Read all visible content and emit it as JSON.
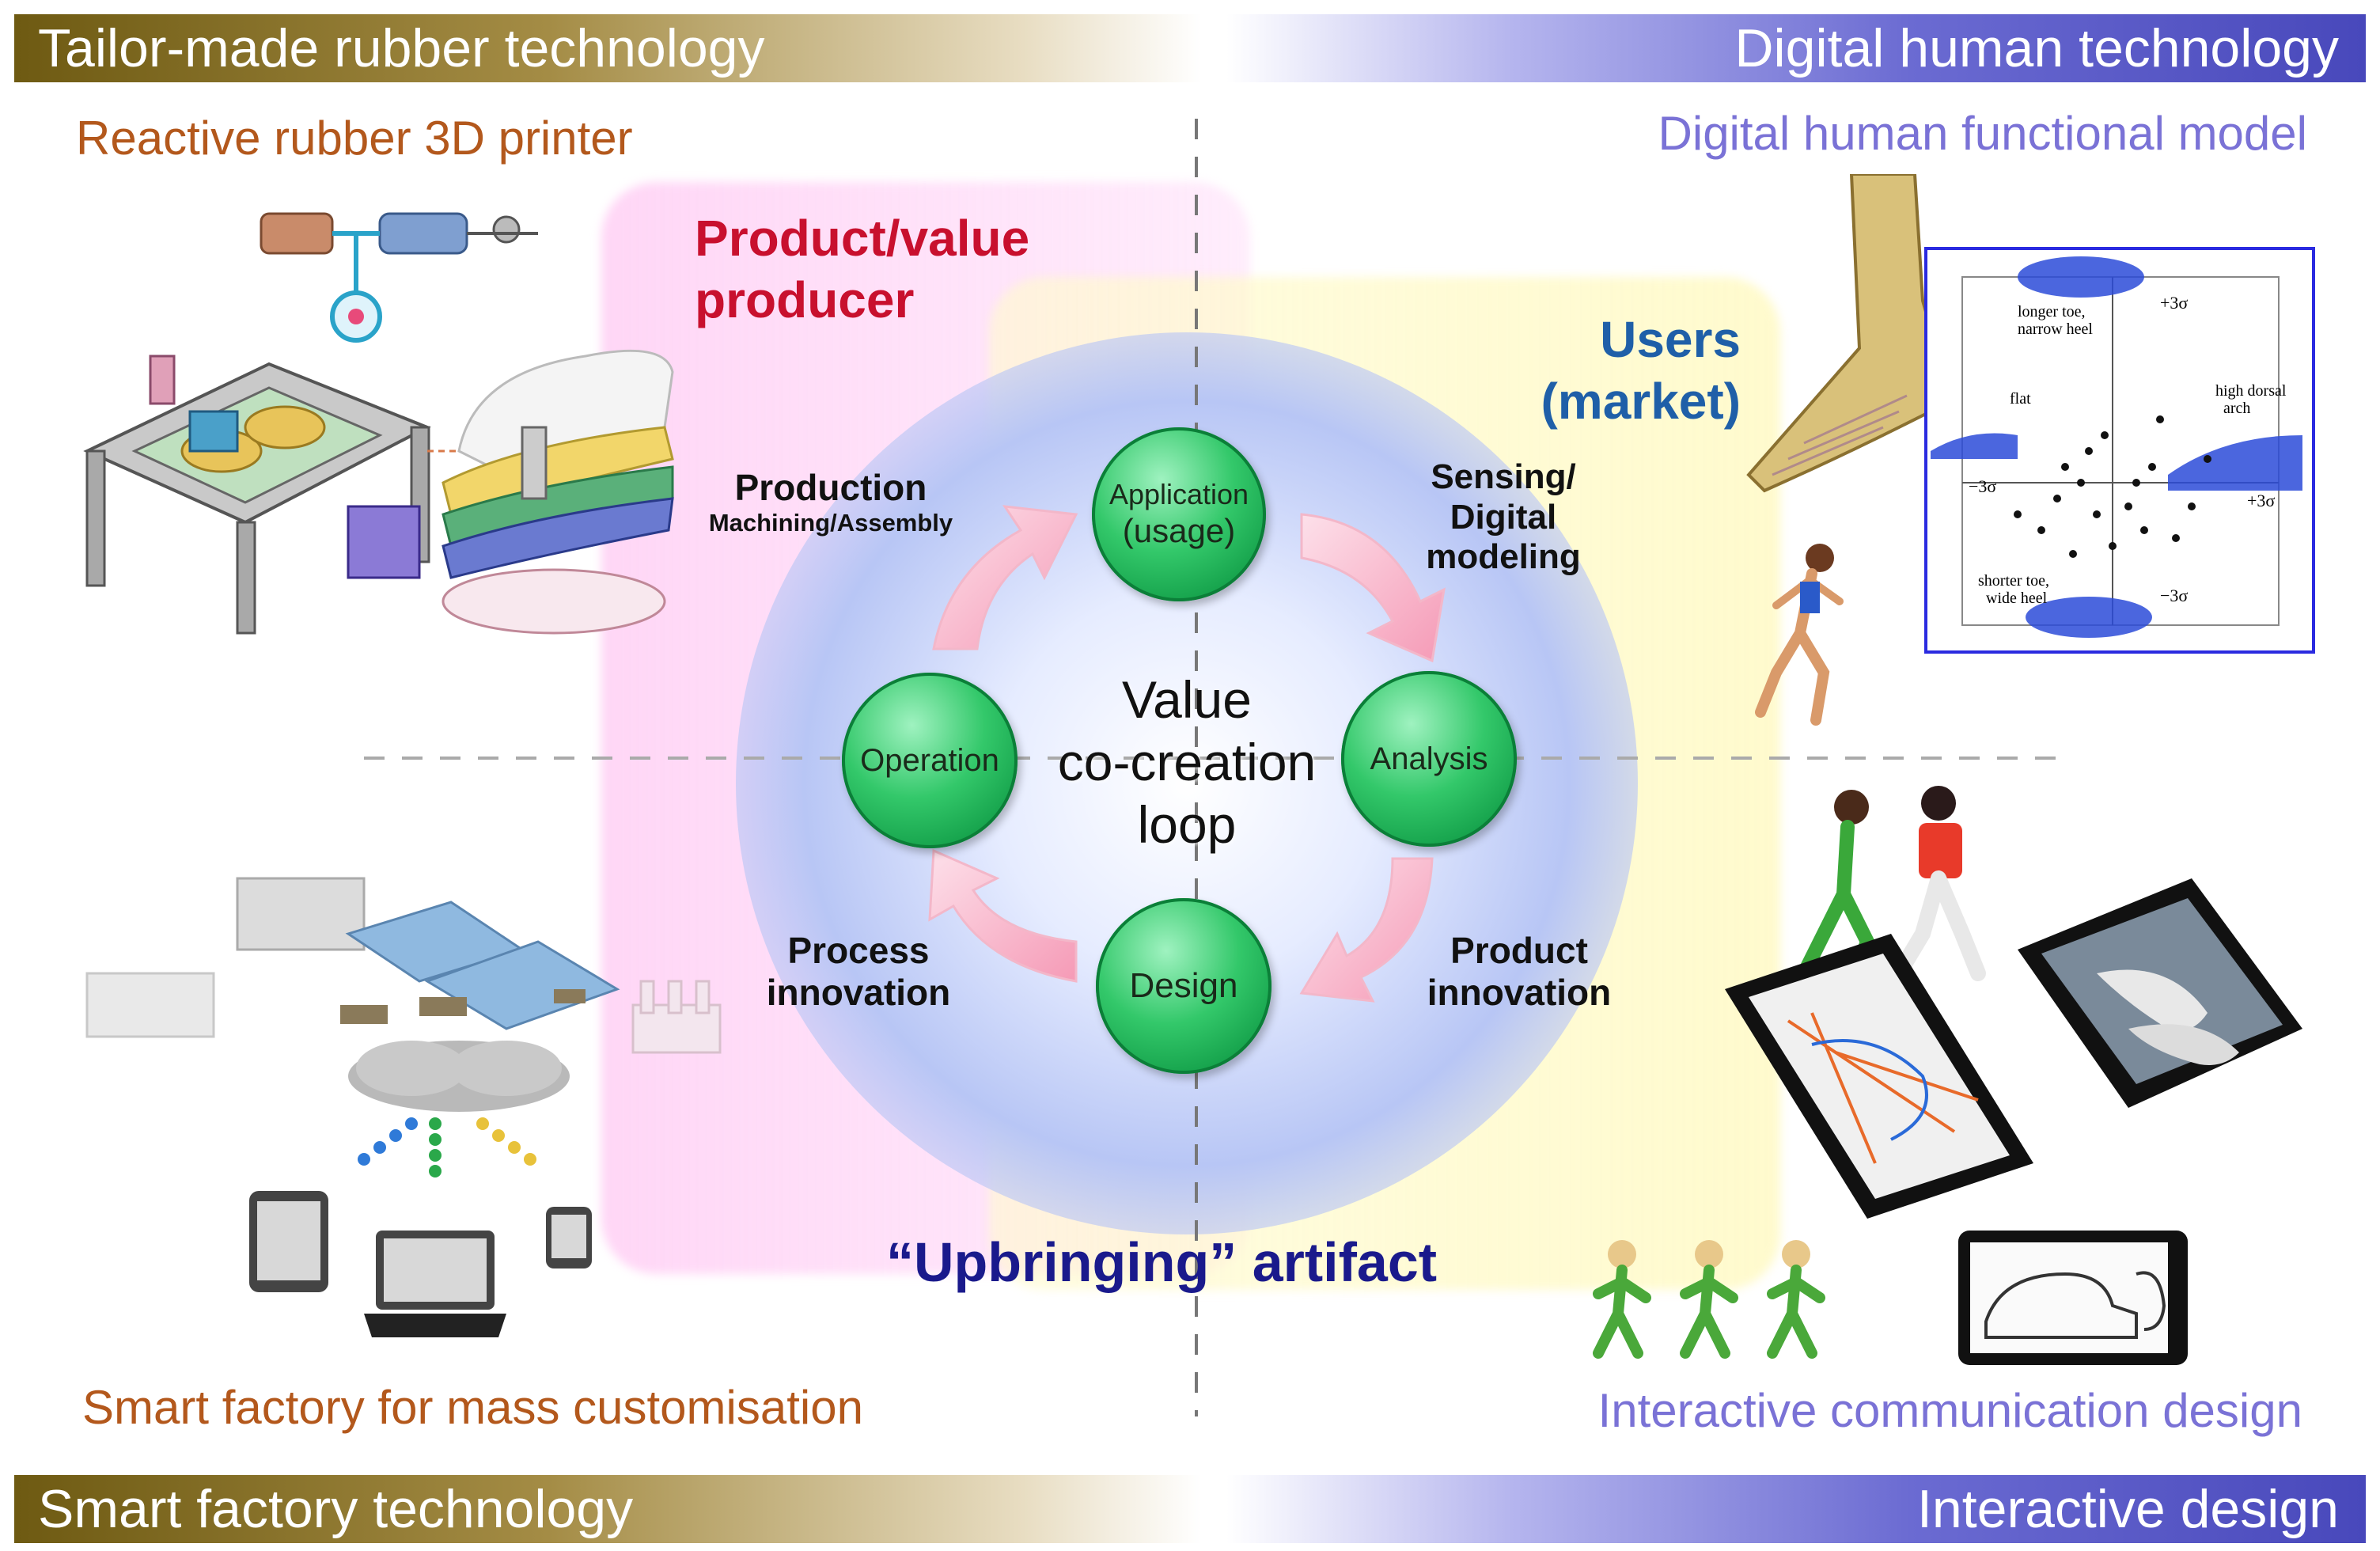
{
  "banners": {
    "top_left": "Tailor-made rubber technology",
    "top_right": "Digital human technology",
    "bottom_left": "Smart factory technology",
    "bottom_right": "Interactive design"
  },
  "subtitles": {
    "top_left": "Reactive rubber 3D printer",
    "top_right": "Digital human functional model",
    "bottom_left": "Smart factory for mass customisation",
    "bottom_right": "Interactive communication design"
  },
  "roles": {
    "producer": "Product/value producer",
    "producer_line1": "Product/value",
    "producer_line2": "producer",
    "users_line1": "Users",
    "users_line2": "(market)",
    "artifact": "“Upbringing” artifact"
  },
  "center": {
    "line1": "Value",
    "line2": "co-creation",
    "line3": "loop"
  },
  "nodes": {
    "application_line1": "Application",
    "application_line2": "(usage)",
    "analysis": "Analysis",
    "design": "Design",
    "operation": "Operation"
  },
  "transitions": {
    "production": "Production",
    "production_sub": "Machining/Assembly",
    "sensing_line1": "Sensing/",
    "sensing_line2": "Digital",
    "sensing_line3": "modeling",
    "product_line1": "Product",
    "product_line2": "innovation",
    "process_line1": "Process",
    "process_line2": "innovation"
  },
  "foot_plot": {
    "longer_toe_1": "longer toe,",
    "longer_toe_2": "narrow heel",
    "plus3_top": "+3σ",
    "flat": "flat",
    "high_dorsal_1": "high dorsal",
    "high_dorsal_2": "arch",
    "minus3_left": "−3σ",
    "plus3_right": "+3σ",
    "shorter_toe_1": "shorter toe,",
    "shorter_toe_2": "wide heel",
    "minus3_bottom": "−3σ"
  },
  "colors": {
    "producer_red": "#c8102e",
    "users_blue": "#1f5fa8",
    "artifact_navy": "#1a1a8c",
    "orange_sub": "#b3581c",
    "violet_sub": "#7a72d6",
    "node_green": "#22b35a",
    "arrow_pink": "#f8b8cc"
  },
  "icons": [
    "printer-machine-icon",
    "shoe-layers-icon",
    "foot-skeleton-icon",
    "runner-icon",
    "factory-icon",
    "cloud-icon",
    "tablet-icon",
    "laptop-icon",
    "phone-icon",
    "tablet-foot-icon",
    "shoe-sketch-icon",
    "kids-running-icon"
  ]
}
